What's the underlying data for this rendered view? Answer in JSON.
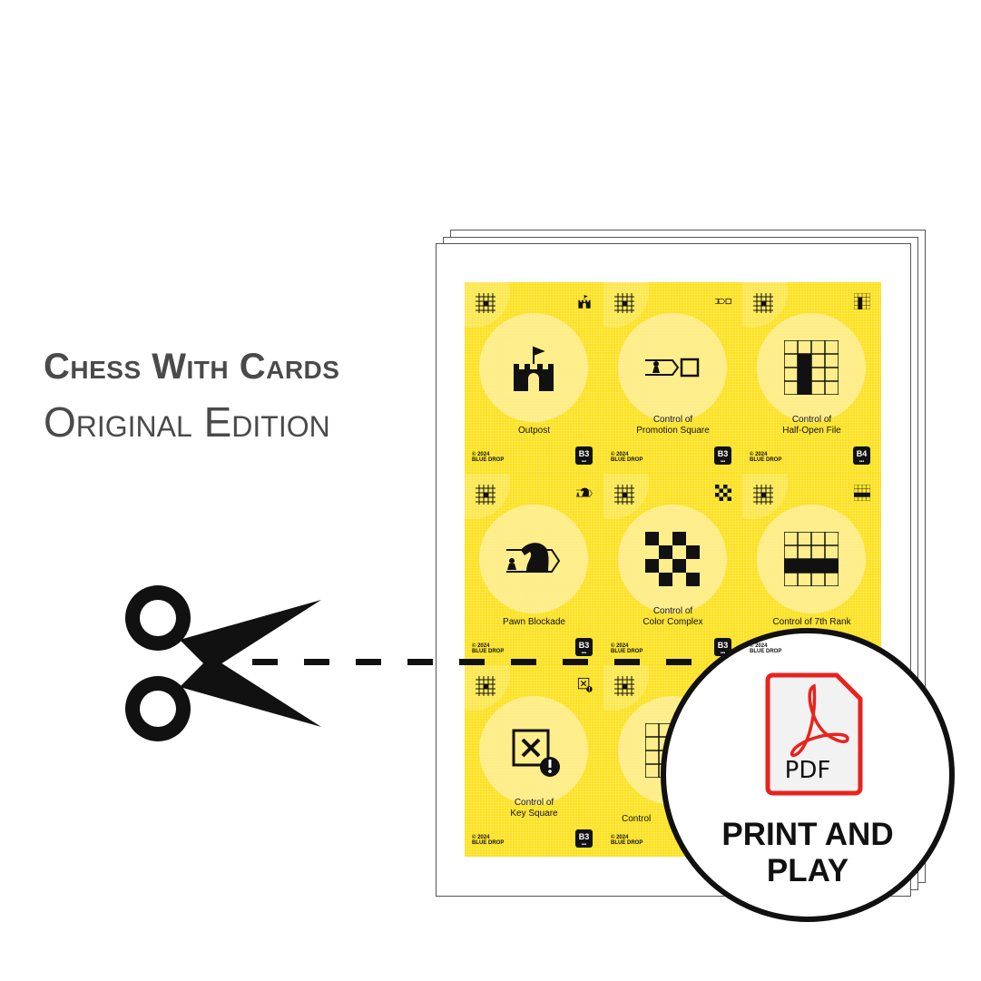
{
  "heading": {
    "line1": "Chess With Cards",
    "line2": "Original Edition"
  },
  "cards": [
    {
      "name": "Outpost",
      "level": "B3",
      "icon": "castle-icon"
    },
    {
      "name": "Control of\nPromotion Square",
      "level": "B3",
      "icon": "pawn-promotion-icon"
    },
    {
      "name": "Control of\nHalf-Open File",
      "level": "B4",
      "icon": "half-open-file-icon"
    },
    {
      "name": "Pawn Blockade",
      "level": "B3",
      "icon": "knight-blockade-icon"
    },
    {
      "name": "Control of\nColor Complex",
      "level": "B3",
      "icon": "checkerboard-icon"
    },
    {
      "name": "Control of 7th Rank",
      "level": "",
      "icon": "rank-icon"
    },
    {
      "name": "Control of\nKey Square",
      "level": "B3",
      "icon": "key-square-icon"
    },
    {
      "name": "Control",
      "level": "",
      "icon": "file-grid-icon"
    }
  ],
  "card_copyright": "© 2024",
  "card_brand": "BLUE DROP",
  "badge": {
    "file_label": "PDF",
    "text": "PRINT AND\nPLAY"
  },
  "colors": {
    "card": "#fbe122",
    "pdf_red": "#e8231e",
    "text": "#4a4a4a"
  }
}
